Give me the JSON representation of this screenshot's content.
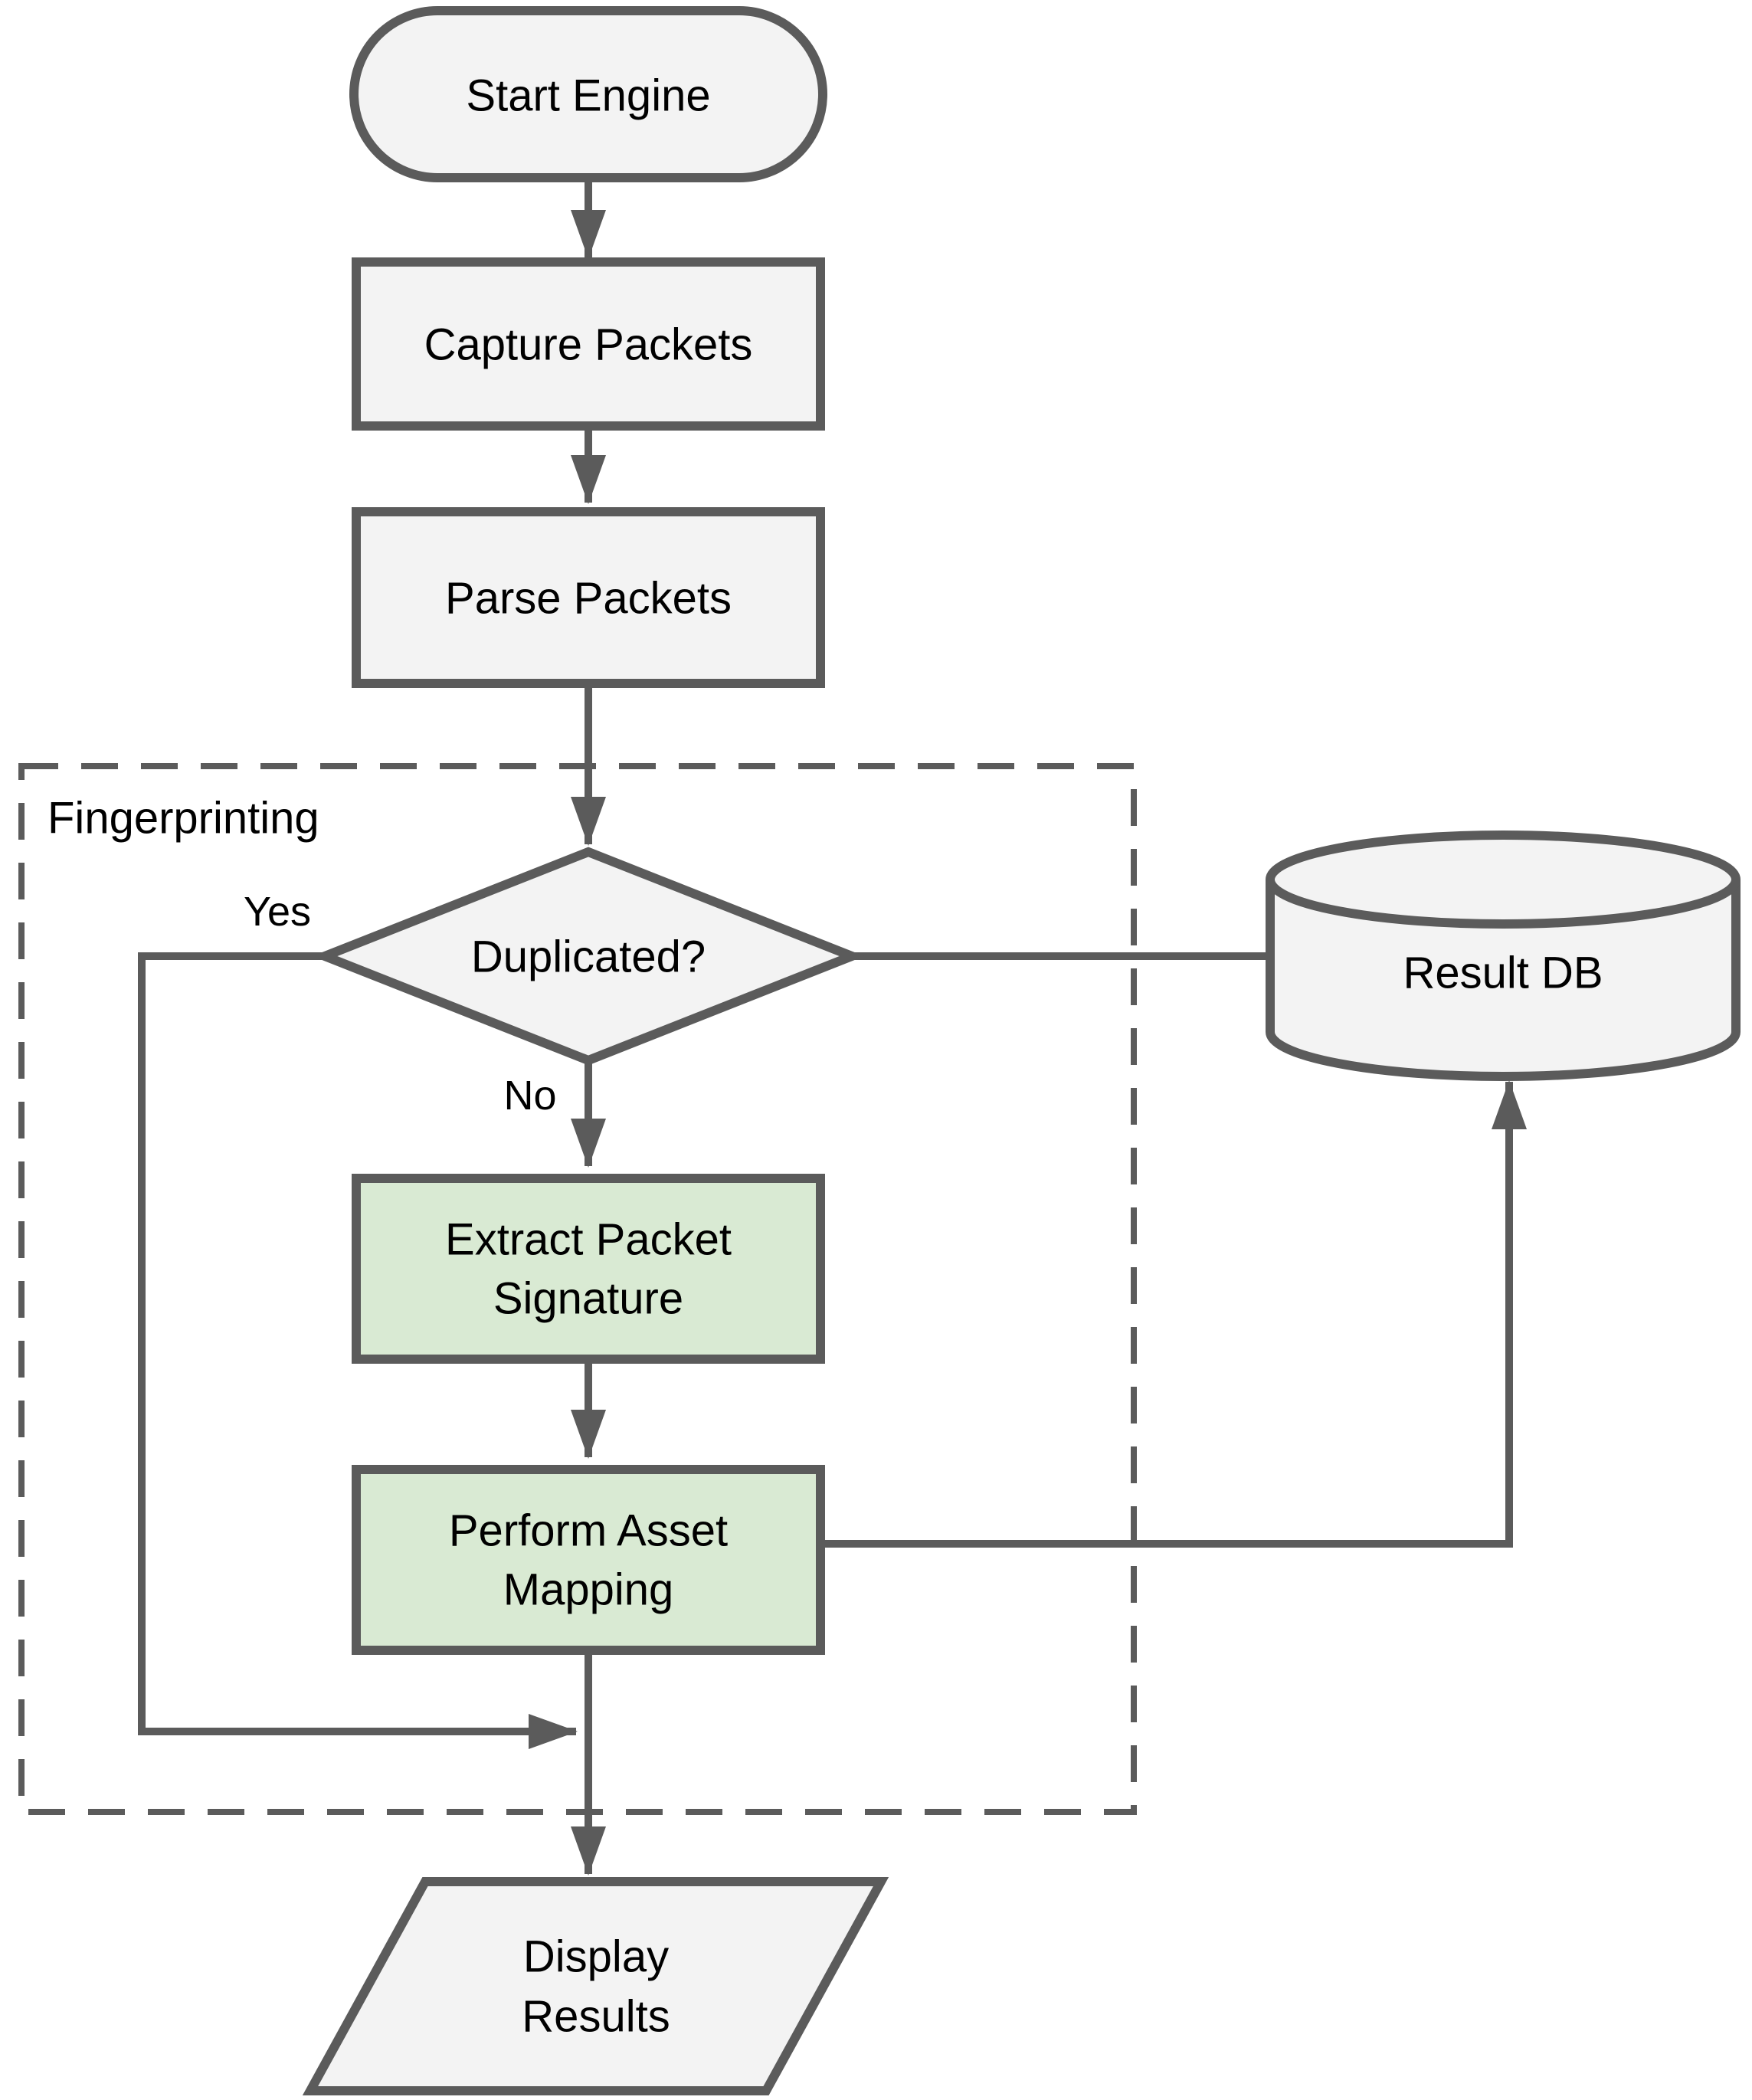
{
  "theme": {
    "background": "#ffffff",
    "line_color": "#5b5b5b",
    "node_fill": "#f3f3f3",
    "highlight_fill": "#d9ead3",
    "text_color": "#000000"
  },
  "container": {
    "label": "Fingerprinting"
  },
  "nodes": {
    "start": {
      "type": "terminator",
      "label": "Start Engine"
    },
    "capture": {
      "type": "process",
      "label": "Capture Packets"
    },
    "parse": {
      "type": "process",
      "label": "Parse Packets"
    },
    "duplicated": {
      "type": "decision",
      "label": "Duplicated?"
    },
    "extract": {
      "type": "process-highlight",
      "lines": [
        "Extract Packet",
        "Signature"
      ]
    },
    "perform": {
      "type": "process-highlight",
      "lines": [
        "Perform Asset",
        "Mapping"
      ]
    },
    "result_db": {
      "type": "database",
      "label": "Result DB"
    },
    "display": {
      "type": "input-output",
      "lines": [
        "Display",
        "Results"
      ]
    }
  },
  "edge_labels": {
    "yes": "Yes",
    "no": "No"
  }
}
